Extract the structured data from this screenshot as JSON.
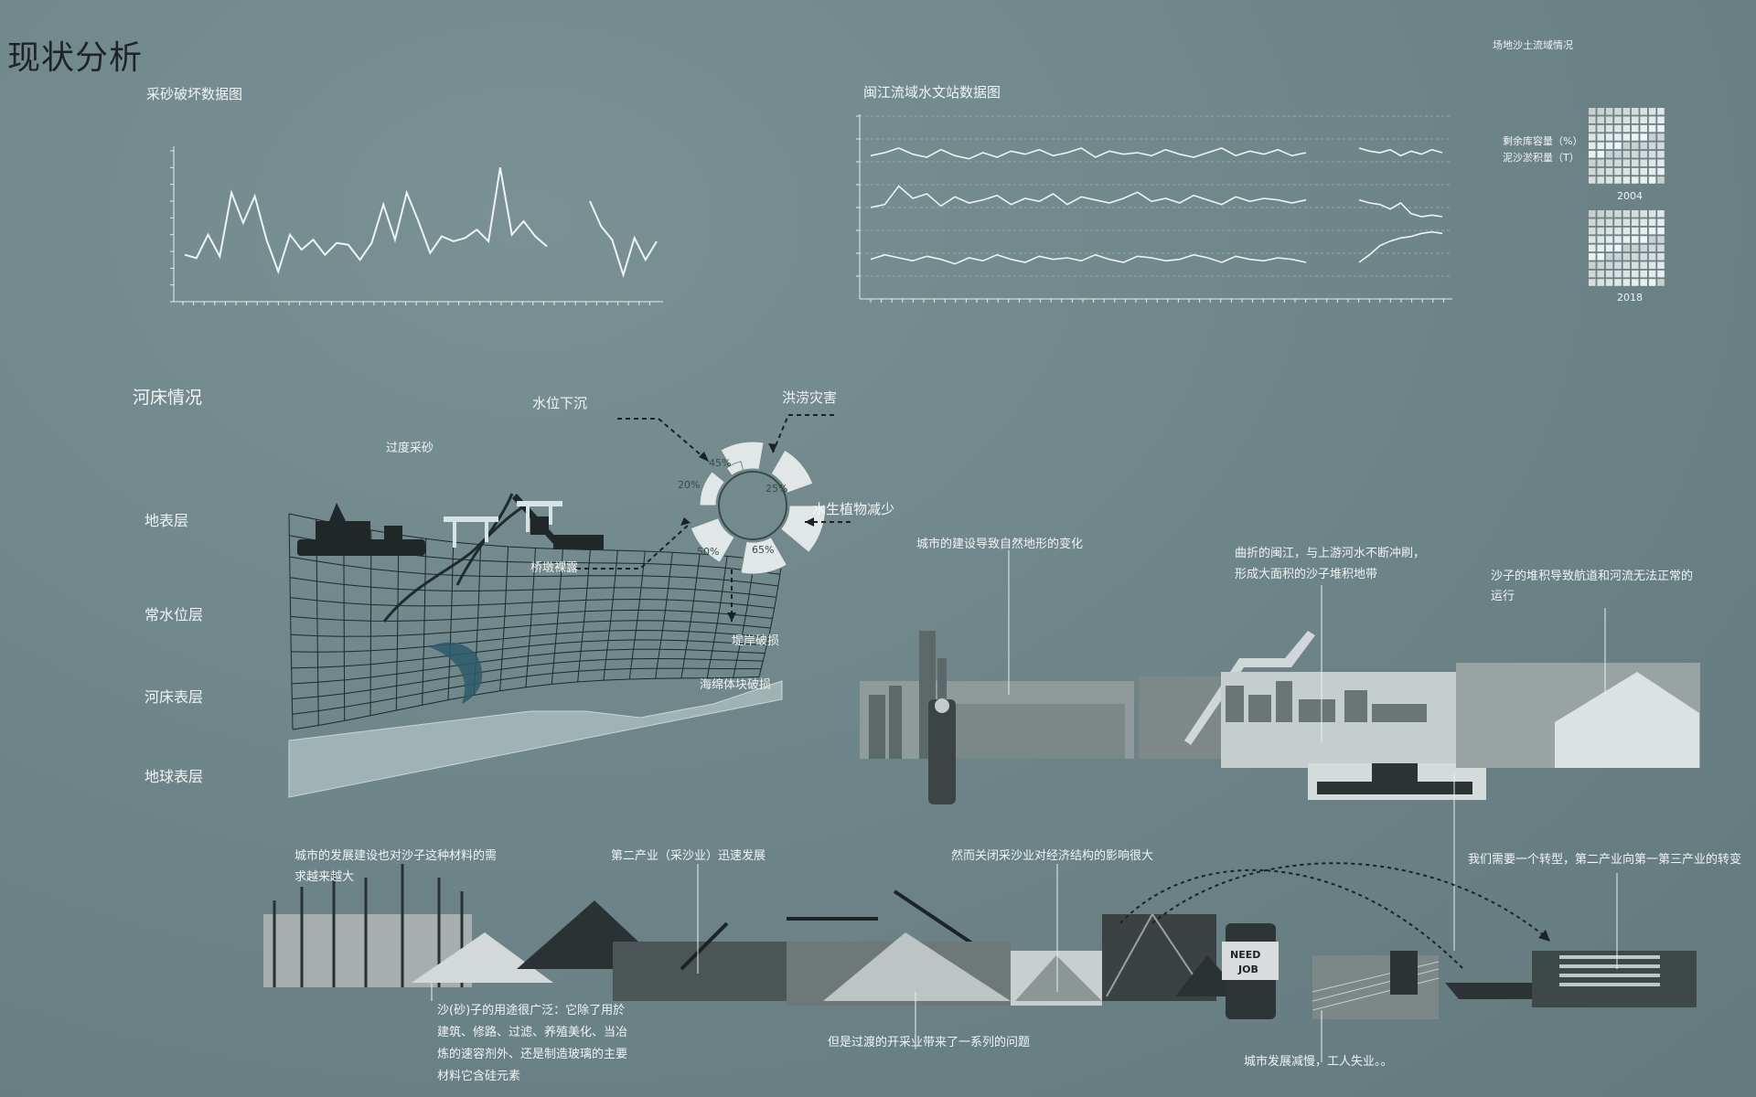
{
  "page_title": "现状分析",
  "sections": {
    "sand_damage_chart_title": "采砂破坏数据图",
    "hydro_chart_title": "闽江流域水文站数据图",
    "sediment_title": "场地沙土流域情况",
    "riverbed_title": "河床情况"
  },
  "sediment": {
    "legend_remaining": "剩余库容量（%）",
    "legend_silt": "泥沙淤积量（T）",
    "year_a": "2004",
    "year_b": "2018"
  },
  "riverbed": {
    "layers": [
      "地表层",
      "常水位层",
      "河床表层",
      "地球表层"
    ],
    "over_mining": "过度采砂",
    "pier_exposed": "桥墩裸露",
    "sponge_damaged": "海绵体块破损"
  },
  "donut": {
    "label_water_drop": "水位下沉",
    "label_flood": "洪涝灾害",
    "label_plant": "水生植物减少",
    "label_bank": "堤岸破损",
    "slices": [
      "45%",
      "25%",
      "20%",
      "50%",
      "65%"
    ]
  },
  "story": {
    "terrain_change": "城市的建设导致自然地形的变化",
    "minjiang_line1": "曲折的闽江，与上游河水不断冲刷，",
    "minjiang_line2": "形成大面积的沙子堆积地带",
    "channel_line1": "沙子的堆积导致航道和河流无法正常的",
    "channel_line2": "运行",
    "demand_line1": "城市的发展建设也对沙子这种材料的需",
    "demand_line2": "求越来越大",
    "secondary": "第二产业（采沙业）迅速发展",
    "closing_impact": "然而关闭采沙业对经济结构的影响很大",
    "transform": "我们需要一个转型，第二产业向第一第三产业的转变",
    "sand_use_1": "沙(砂)子的用途很广泛：它除了用於",
    "sand_use_2": "建筑、修路、过滤、养殖美化、当冶",
    "sand_use_3": "炼的速容剂外、还是制造玻璃的主要",
    "sand_use_4": "材料它含硅元素",
    "excess_problems": "但是过渡的开采业带来了一系列的问题",
    "slowdown": "城市发展减慢，工人失业。。",
    "sign_need": "NEED",
    "sign_job": "JOB"
  },
  "chart_data": [
    {
      "type": "line",
      "series": [
        {
          "values": [
            28,
            26,
            40,
            27,
            65,
            47,
            63,
            37,
            18,
            40,
            31,
            37,
            28,
            35,
            34,
            25,
            35,
            58,
            37,
            65,
            48,
            29,
            39,
            36,
            38,
            43,
            36,
            80,
            40,
            48,
            39,
            33
          ]
        },
        {
          "values": [
            60,
            45,
            37,
            16,
            38,
            25,
            36
          ]
        }
      ],
      "ylim": [
        0,
        90
      ]
    },
    {
      "type": "line",
      "series": [
        {
          "values": [
            9.4,
            9.6,
            9.9,
            9.5,
            9.3,
            9.8,
            9.4,
            9.2,
            9.6,
            9.3,
            9.7,
            9.5,
            9.8,
            9.4,
            9.6,
            9.9,
            9.3,
            9.7,
            9.5,
            9.6,
            9.4,
            9.8,
            9.5,
            9.3,
            9.6,
            9.9,
            9.4,
            9.7,
            9.5,
            9.8,
            9.4,
            9.6
          ]
        },
        {
          "values": [
            9.9,
            9.7,
            9.6,
            9.8,
            9.4,
            9.7,
            9.5,
            9.8,
            9.6
          ]
        },
        {
          "values": [
            6.0,
            6.2,
            7.4,
            6.6,
            6.9,
            6.1,
            6.7,
            6.3,
            6.5,
            6.8,
            6.2,
            6.6,
            6.4,
            6.9,
            6.2,
            6.7,
            6.5,
            6.3,
            6.6,
            7.0,
            6.4,
            6.6,
            6.3,
            6.8,
            6.5,
            6.2,
            6.7,
            6.4,
            6.6,
            6.5,
            6.3,
            6.5
          ]
        },
        {
          "values": [
            6.5,
            6.3,
            6.2,
            5.9,
            6.3,
            5.6,
            5.4,
            5.5,
            5.4
          ]
        },
        {
          "values": [
            2.6,
            2.9,
            2.7,
            2.5,
            2.8,
            2.6,
            2.3,
            2.7,
            2.5,
            2.9,
            2.6,
            2.4,
            2.8,
            2.6,
            2.7,
            2.5,
            2.9,
            2.6,
            2.4,
            2.8,
            2.7,
            2.5,
            2.6,
            2.9,
            2.7,
            2.4,
            2.8,
            2.6,
            2.5,
            2.7,
            2.6,
            2.4
          ]
        },
        {
          "values": [
            2.4,
            2.9,
            3.5,
            3.8,
            4.0,
            4.1,
            4.3,
            4.4,
            4.3
          ]
        }
      ],
      "ylim": [
        0,
        12
      ]
    }
  ]
}
